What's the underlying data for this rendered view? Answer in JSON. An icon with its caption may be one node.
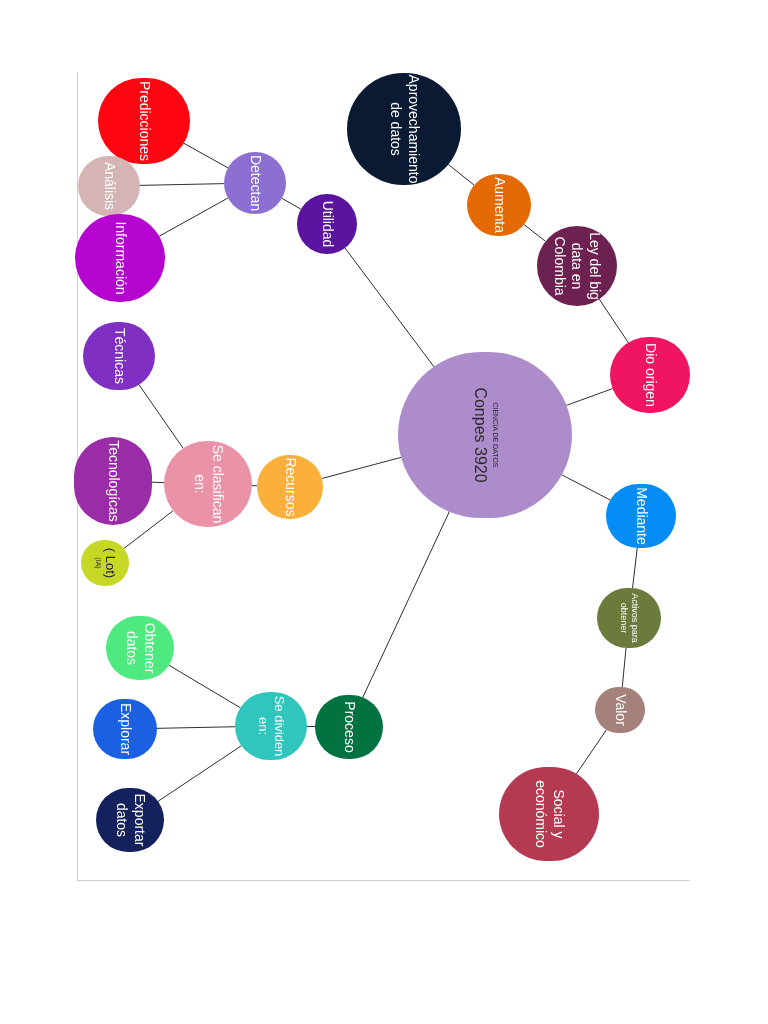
{
  "diagram": {
    "nodes": [
      {
        "text": [
          "CIENCIA DE DATOS",
          "Conpes 3920"
        ]
      },
      {
        "text": [
          "Utilidad"
        ]
      },
      {
        "text": [
          "Detectan"
        ]
      },
      {
        "text": [
          "Predicciones"
        ]
      },
      {
        "text": [
          "Análisis"
        ]
      },
      {
        "text": [
          "Información"
        ]
      },
      {
        "text": [
          "Recursos"
        ]
      },
      {
        "text": [
          "Se clasifican en:"
        ]
      },
      {
        "text": [
          "Técnicas"
        ]
      },
      {
        "text": [
          "Tecnologícas"
        ]
      },
      {
        "text": [
          "( Lot)",
          "(IA)"
        ]
      },
      {
        "text": [
          "Proceso"
        ]
      },
      {
        "text": [
          "Se dividen en:"
        ]
      },
      {
        "text": [
          "Obtener datos"
        ]
      },
      {
        "text": [
          "Explorar"
        ]
      },
      {
        "text": [
          "Exportar datos"
        ]
      },
      {
        "text": [
          "Aprovechamiento de datos"
        ]
      },
      {
        "text": [
          "Aumenta"
        ]
      },
      {
        "text": [
          "Ley del big data en Colombia"
        ]
      },
      {
        "text": [
          "Dio origen"
        ]
      },
      {
        "text": [
          "Mediante"
        ]
      },
      {
        "text": [
          "Activos para obtener"
        ]
      },
      {
        "text": [
          "Valor"
        ]
      },
      {
        "text": [
          "Social y económico"
        ]
      }
    ],
    "edges": [
      {
        "from": 0,
        "to": 1,
        "arrow": "none"
      },
      {
        "from": 1,
        "to": 2,
        "arrow": "none"
      },
      {
        "from": 2,
        "to": 3,
        "arrow": "none"
      },
      {
        "from": 2,
        "to": 4,
        "arrow": "none"
      },
      {
        "from": 2,
        "to": 5,
        "arrow": "none"
      },
      {
        "from": 0,
        "to": 6,
        "arrow": "none"
      },
      {
        "from": 6,
        "to": 7,
        "arrow": "none"
      },
      {
        "from": 7,
        "to": 8,
        "arrow": "none"
      },
      {
        "from": 7,
        "to": 9,
        "arrow": "none"
      },
      {
        "from": 7,
        "to": 10,
        "arrow": "none"
      },
      {
        "from": 0,
        "to": 11,
        "arrow": "none"
      },
      {
        "from": 11,
        "to": 12,
        "arrow": "none"
      },
      {
        "from": 12,
        "to": 13,
        "arrow": "none"
      },
      {
        "from": 12,
        "to": 14,
        "arrow": "none"
      },
      {
        "from": 12,
        "to": 15,
        "arrow": "none"
      },
      {
        "from": 0,
        "to": 19,
        "arrow": "none"
      },
      {
        "from": 19,
        "to": 18,
        "arrow": "none"
      },
      {
        "from": 18,
        "to": 17,
        "arrow": "none"
      },
      {
        "from": 17,
        "to": 16,
        "arrow": "none"
      },
      {
        "from": 0,
        "to": 20,
        "arrow": "none"
      },
      {
        "from": 20,
        "to": 21,
        "arrow": "none"
      },
      {
        "from": 21,
        "to": 22,
        "arrow": "none"
      },
      {
        "from": 22,
        "to": 23,
        "arrow": "none"
      }
    ]
  }
}
